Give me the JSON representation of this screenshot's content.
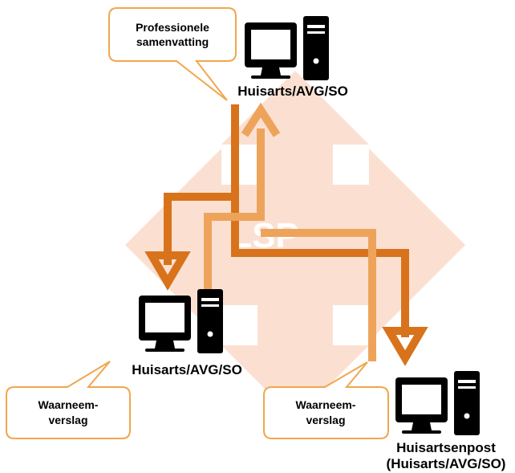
{
  "colors": {
    "background_arrow": "#fbe0d2",
    "dark_orange": "#d8731b",
    "light_orange": "#eea35b",
    "bubble_border": "#f1a64e",
    "computer": "#000000"
  },
  "center_label": "LSP",
  "nodes": {
    "top": {
      "label": "Huisarts/AVG/SO",
      "icon": "computer-icon"
    },
    "left": {
      "label": "Huisarts/AVG/SO",
      "icon": "computer-icon"
    },
    "right": {
      "label_line1": "Huisartsenpost",
      "label_line2": "(Huisarts/AVG/SO)",
      "icon": "computer-icon"
    }
  },
  "bubbles": {
    "top": {
      "line1": "Professionele",
      "line2": "samenvatting"
    },
    "left": {
      "line1": "Waarneem-",
      "line2": "verslag"
    },
    "right": {
      "line1": "Waarneem-",
      "line2": "verslag"
    }
  }
}
